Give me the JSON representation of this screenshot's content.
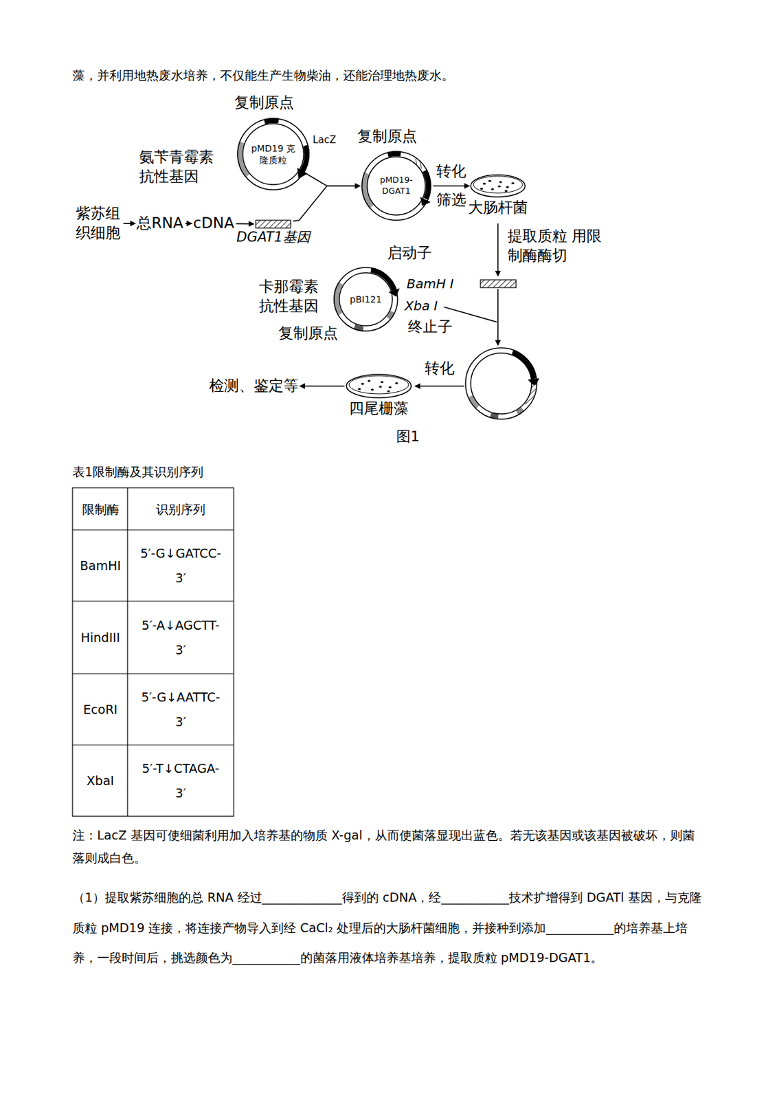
{
  "diagram": {
    "nodes": [
      {
        "text": [
          "紫苏组织细胞"
        ]
      },
      {
        "text": [
          "总RNA"
        ]
      },
      {
        "text": [
          "cDNA"
        ]
      },
      {
        "text": [
          "DGAT1基因"
        ]
      },
      {
        "text": [
          "pMD19 克隆质粒"
        ]
      },
      {
        "text": [
          "pMD19-DGAT1"
        ]
      },
      {
        "text": [
          "大肠杆菌"
        ]
      },
      {
        "text": [
          "pBI121"
        ]
      },
      {
        "text": [
          "四尾栅藻"
        ]
      },
      {
        "text": [
          "检测、鉴定等"
        ]
      }
    ],
    "edges": [
      {
        "from": 0,
        "to": 1,
        "arrow": "to"
      },
      {
        "from": 1,
        "to": 2,
        "arrow": "to"
      },
      {
        "from": 2,
        "to": 3,
        "arrow": "to"
      },
      {
        "from": 4,
        "to": 5,
        "arrow": "to"
      },
      {
        "from": 3,
        "to": 5,
        "arrow": "to"
      },
      {
        "from": 5,
        "to": 6,
        "label": "转化 筛选",
        "arrow": "to"
      },
      {
        "from": 8,
        "to": 9,
        "arrow": "to"
      }
    ],
    "labels": [
      "藻，并利用地热废水培养，不仅能生产生物柴油，还能治理地热废水。",
      "复制原点",
      "LacZ",
      "氨苄青霉素 抗性基因",
      "复制原点",
      "提取质粒 用限制酶酶切",
      "启动子",
      "BamH I",
      "Xba I",
      "卡那霉素 抗性基因",
      "终止子",
      "复制原点",
      "转化",
      "图1",
      "表1限制酶及其识别序列",
      "限制酶",
      "识别序列",
      "BamHI",
      "5′-G↓GATCC-3′",
      "HindIII",
      "5′-A↓AGCTT-3′",
      "EcoRI",
      "5′-G↓AATTC-3′",
      "XbaI",
      "5′-T↓CTAGA-3′",
      "注：LacZ 基因可使细菌利用加入培养基的物质 X-gal，从而使菌落显现出蓝色。若无该基因或该基因被破坏，则菌落则成白色。",
      "（1）提取紫苏细胞的总 RNA 经过_____________得到的 cDNA，经___________技术扩增得到 DGATl 基因，与克隆质粒 pMD19 连接，将连接产物导入到经 CaCl₂ 处理后的大肠杆菌细胞，并接种到添加___________的培养基上培养，一段时间后，挑选颜色为___________的菌落用液体培养基培养，提取质粒 pMD19-DGAT1。"
    ]
  }
}
